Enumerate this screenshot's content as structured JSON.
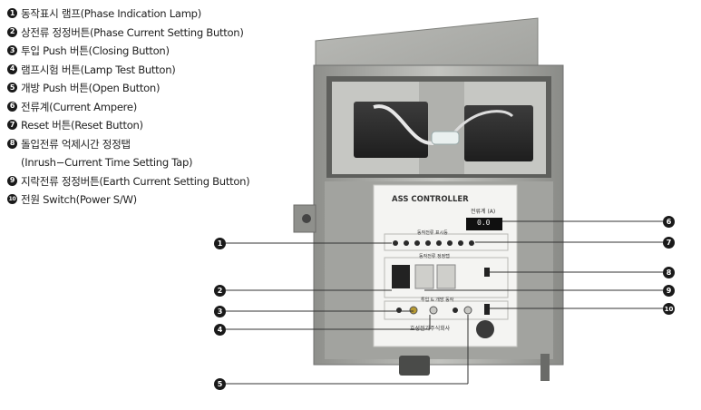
{
  "legend": [
    {
      "num": "1",
      "text": "동작표시 램프(Phase Indication Lamp)"
    },
    {
      "num": "2",
      "text": "상전류 정정버튼(Phase Current Setting Button)"
    },
    {
      "num": "3",
      "text": "투입 Push 버튼(Closing Button)"
    },
    {
      "num": "4",
      "text": "램프시험 버튼(Lamp Test Button)"
    },
    {
      "num": "5",
      "text": "개방 Push 버튼(Open Button)"
    },
    {
      "num": "6",
      "text": "전류계(Current Ampere)"
    },
    {
      "num": "7",
      "text": "Reset 버튼(Reset Button)"
    },
    {
      "num": "8",
      "text": "돌입전류 억제시간 정정탭"
    },
    {
      "num": "",
      "text": "(Inrush−Current Time Setting Tap)"
    },
    {
      "num": "9",
      "text": "지락전류 정정버튼(Earth Current Setting Button)"
    },
    {
      "num": "10",
      "text": "전원 Switch(Power S/W)"
    }
  ],
  "panel": {
    "title": "ASS CONTROLLER",
    "ammeter_label": "전류계 (A)",
    "display_value": "0.0",
    "indicator_label": "동작전류 표시등",
    "setting_label": "동작전류 정정탭",
    "control_label": "투입 & 개방 동작",
    "maker": "효성전기주식회사"
  },
  "callouts": {
    "c1": "1",
    "c2": "2",
    "c3": "3",
    "c4": "4",
    "c5": "5",
    "c6": "6",
    "c7": "7",
    "c8": "8",
    "c9": "9",
    "c10": "10"
  },
  "colors": {
    "callout": "#1a1a1a",
    "enclosure": "#a9aaa6",
    "panel": "#f4f4f2"
  }
}
